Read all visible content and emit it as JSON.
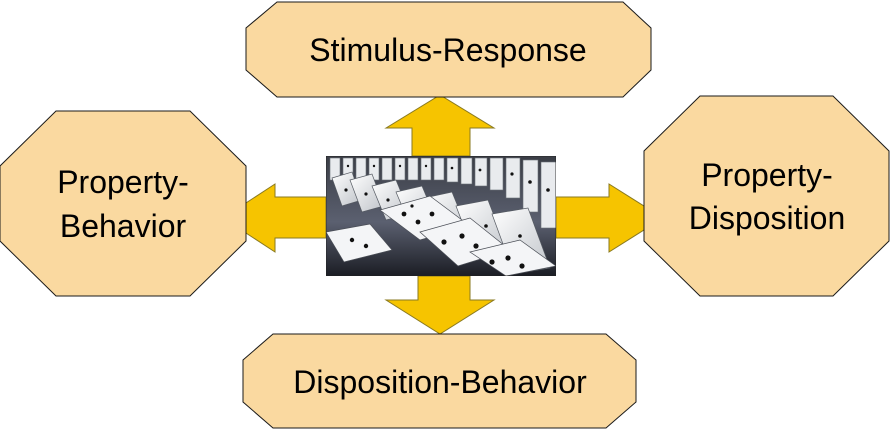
{
  "nodes": {
    "top": "Stimulus-Response",
    "left_line1": "Property-",
    "left_line2": "Behavior",
    "right_line1": "Property-",
    "right_line2": "Disposition",
    "bottom": "Disposition-Behavior"
  },
  "center_image": {
    "subject": "toppling dominoes photograph"
  },
  "colors": {
    "octagon_fill": "#FAD9A0",
    "octagon_stroke": "#1A1A1A",
    "arrow_fill": "#F6C400",
    "arrow_stroke": "#8A7A20"
  }
}
